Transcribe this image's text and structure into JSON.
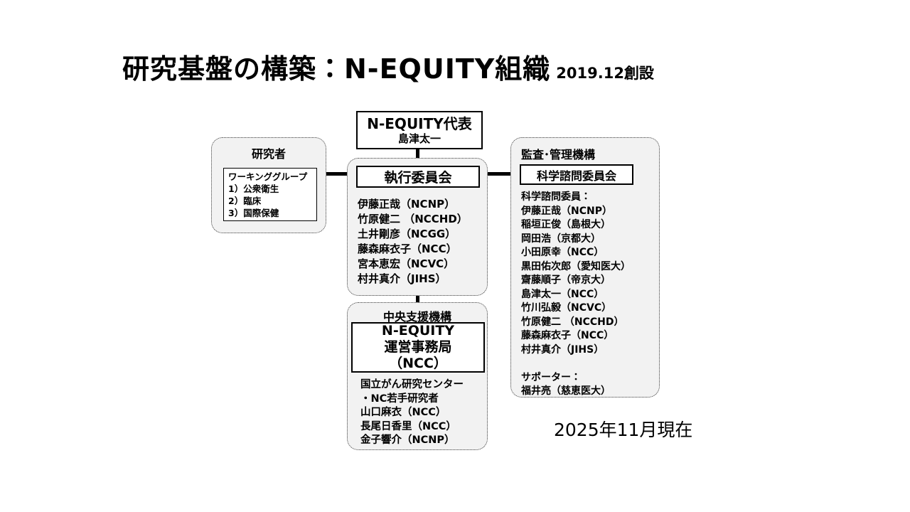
{
  "title": {
    "main": "研究基盤の構築：N-EQUITY組織",
    "suffix": "2019.12創設"
  },
  "representative": {
    "title": "N-EQUITY代表",
    "name": "島津太一"
  },
  "researchers": {
    "title": "研究者",
    "working_group": {
      "header": "ワーキンググループ",
      "items": [
        "1）公衆衛生",
        "2）臨床",
        "3）国際保健"
      ]
    }
  },
  "executive": {
    "title": "執行委員会",
    "members": [
      "伊藤正哉（NCNP）",
      "竹原健二 （NCCHD）",
      "土井剛彦（NCGG）",
      "藤森麻衣子（NCC）",
      "宮本恵宏（NCVC）",
      "村井真介（JIHS）"
    ]
  },
  "audit": {
    "title": "監査･管理機構",
    "committee_title": "科学諮問委員会",
    "members_label": "科学諮問委員：",
    "members": [
      "伊藤正哉（NCNP）",
      "稲垣正俊（島根大）",
      "岡田浩（京都大）",
      "小田原幸（NCC）",
      "黒田佑次郎（愛知医大）",
      "齋藤順子（帝京大）",
      "島津太一（NCC）",
      "竹川弘毅（NCVC）",
      "竹原健二 （NCCHD）",
      "藤森麻衣子（NCC）",
      "村井真介（JIHS）"
    ],
    "supporter_label": "サポーター：",
    "supporters": [
      "福井亮（慈恵医大）"
    ]
  },
  "central": {
    "title": "中央支援機構",
    "office_lines": [
      "N-EQUITY",
      "運営事務局",
      "（NCC）"
    ],
    "members": [
      "国立がん研究センター",
      "・NC若手研究者",
      "山口麻衣（NCC）",
      "長尾日香里（NCC）",
      "金子響介（NCNP）"
    ]
  },
  "footnote": "2025年11月現在",
  "colors": {
    "group_fill": "#f2f2f2",
    "border": "#000000",
    "background": "#ffffff"
  }
}
